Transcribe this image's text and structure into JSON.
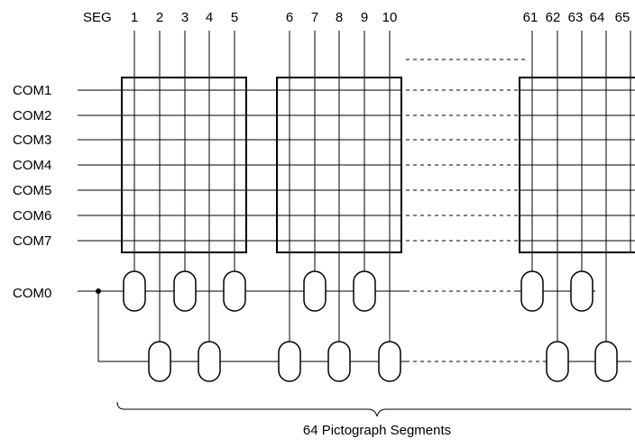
{
  "diagram": {
    "seg_prefix": "SEG",
    "seg_numbers": [
      "1",
      "2",
      "3",
      "4",
      "5",
      "6",
      "7",
      "8",
      "9",
      "10",
      "61",
      "62",
      "63",
      "64",
      "65"
    ],
    "com_labels": [
      "COM1",
      "COM2",
      "COM3",
      "COM4",
      "COM5",
      "COM6",
      "COM7"
    ],
    "com0_label": "COM0",
    "caption": "64 Pictograph Segments"
  }
}
